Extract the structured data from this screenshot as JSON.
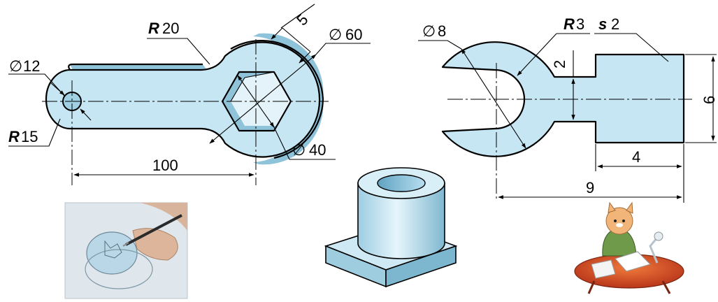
{
  "wrench": {
    "dia_hole": "12",
    "radius_end": "15",
    "radius_fillet": "20",
    "thickness": "5",
    "dia_outer": "60",
    "dia_hex": "40",
    "length": "100",
    "prefix_R": "R",
    "sym_dia": "∅"
  },
  "key_plate": {
    "dia_jaw": "8",
    "radius_inner": "3",
    "thickness_prefix": "s",
    "thickness": "2",
    "neck_width": "2",
    "plate_height": "6",
    "plate_width": "4",
    "total_length": "9"
  },
  "colors": {
    "fill_light": "#c7e6f3",
    "fill_dark": "#8fc3d9",
    "line": "#000000"
  },
  "illustrations": {
    "photo": "hand-drawing-photo",
    "bushing": "isometric-bushing-on-square-base",
    "mascot": "cat-mascot-at-drawing-table"
  }
}
